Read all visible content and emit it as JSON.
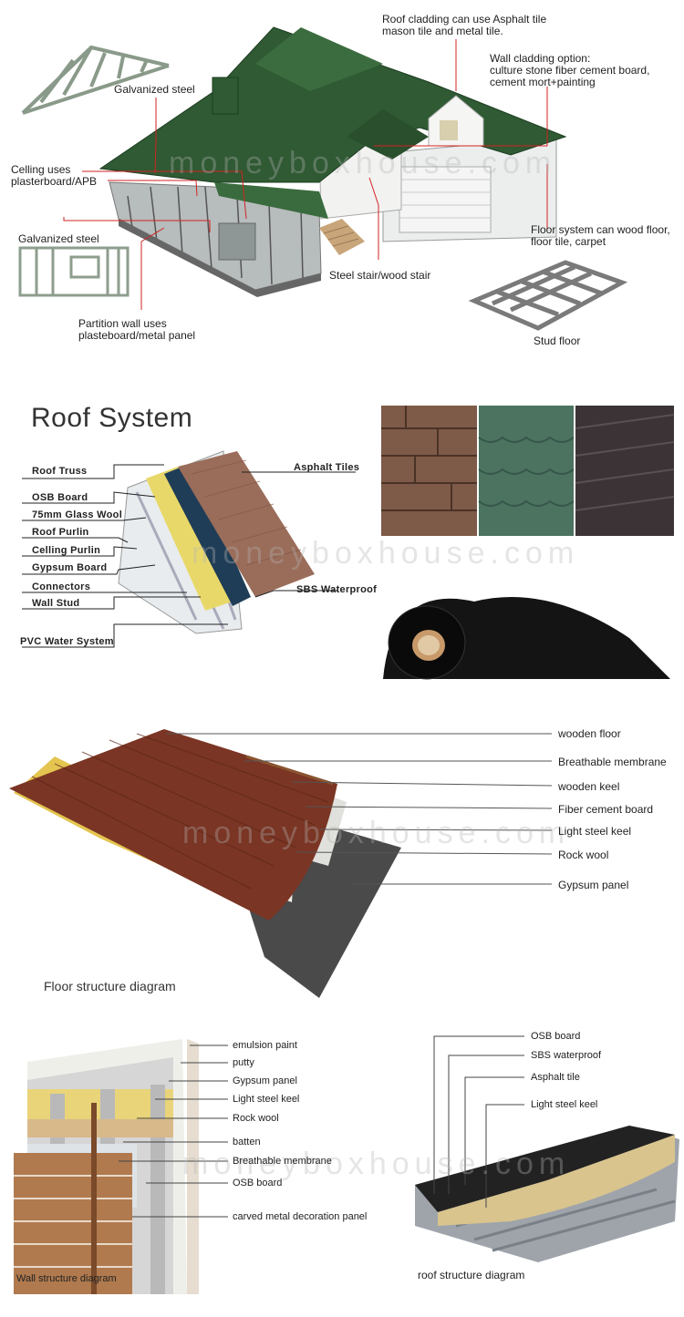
{
  "house": {
    "labels": {
      "roof_cladding": [
        "Roof cladding can use Asphalt tile",
        "mason tile and metal tile."
      ],
      "wall_cladding": [
        "Wall cladding option:",
        "culture stone fiber cement board,",
        "cement mort+painting"
      ],
      "galvanized_steel_top": "Galvanized steel",
      "ceiling": [
        "Celling uses",
        "plasterboard/APB"
      ],
      "galvanized_steel_left": "Galvanized steel",
      "floor_system": [
        "Floor system can wood floor,",
        "floor tile, carpet"
      ],
      "stair": "Steel stair/wood stair",
      "partition": [
        "Partition wall uses",
        "plasteboard/metal panel"
      ],
      "stud_floor": "Stud floor"
    }
  },
  "roof_system": {
    "title": "Roof System",
    "left_labels": [
      "Roof Truss",
      "OSB Board",
      "75mm Glass Wool",
      "Roof Purlin",
      "Celling Purlin",
      "Gypsum Board",
      "Connectors",
      "Wall Stud",
      "PVC Water System"
    ],
    "asphalt": "Asphalt Tiles",
    "sbs": "SBS Waterproof"
  },
  "floor": {
    "labels": [
      "wooden floor",
      "Breathable membrane",
      "wooden keel",
      "Fiber cement board",
      "Light steel keel",
      "Rock wool",
      "Gypsum panel"
    ],
    "caption": "Floor structure diagram"
  },
  "wall": {
    "labels": [
      "emulsion paint",
      "putty",
      "Gypsum panel",
      "Light steel keel",
      "Rock wool",
      "batten",
      "Breathable membrane",
      "OSB board",
      "carved metal decoration panel"
    ],
    "caption": "Wall structure diagram"
  },
  "roof_struct": {
    "labels": [
      "OSB board",
      "SBS waterproof",
      "Asphalt tile",
      "Light steel keel"
    ],
    "caption": "roof structure diagram"
  },
  "watermark": "moneyboxhouse.com",
  "colors": {
    "roof_green": "#2f5a33",
    "label_line": "#d22222",
    "shingle_brown": "#9a6d5a",
    "wood_floor": "#7a3524",
    "brick": "#b07a4e"
  }
}
